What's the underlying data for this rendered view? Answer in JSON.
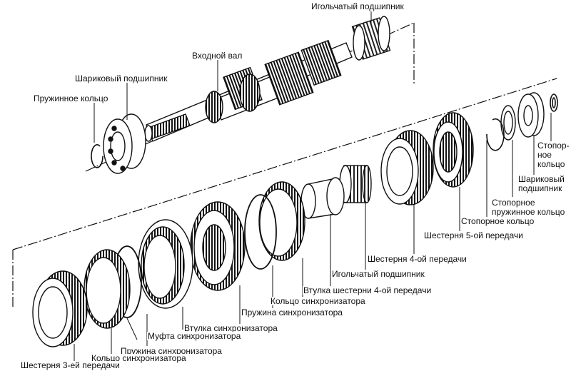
{
  "labels": {
    "needle_bearing_top": "Игольчатый подшипник",
    "input_shaft": "Входной вал",
    "ball_bearing_left": "Шариковый подшипник",
    "spring_ring_left": "Пружинное кольцо",
    "stop_ring_1": "Стопор-",
    "stop_ring_2": "ное",
    "stop_ring_3": "кольцо",
    "ball_bearing_right_1": "Шариковый",
    "ball_bearing_right_2": "подшипник",
    "spring_stop_ring_1": "Стопорное",
    "spring_stop_ring_2": "пружинное кольцо",
    "stop_ring_right": "Стопорное кольцо",
    "gear_5": "Шестерня 5-ой передачи",
    "gear_4": "Шестерня 4-ой передачи",
    "needle_bearing_mid": "Игольчатый подшипник",
    "gear4_sleeve": "Втулка шестерни 4-ой передачи",
    "synchro_ring_mid": "Кольцо синхронизатора",
    "synchro_spring_mid": "Пружина синхронизатора",
    "synchro_sleeve": "Втулка синхронизатора",
    "synchro_clutch": "Муфта синхронизатора",
    "synchro_spring_low": "Пружина синхронизатора",
    "synchro_ring_low": "Кольцо синхронизатора",
    "gear_3": "Шестерня 3-ей передачи"
  }
}
